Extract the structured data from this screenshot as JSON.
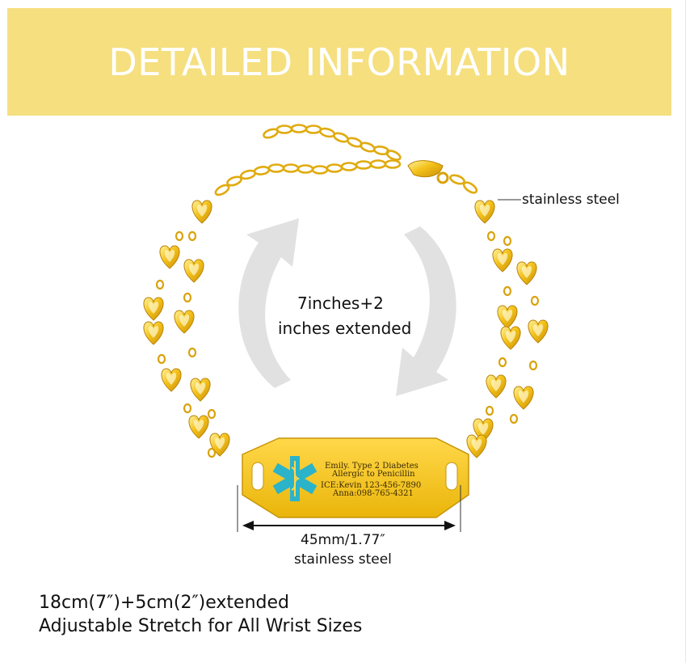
{
  "banner": {
    "title": "DETAILED INFORMATION",
    "background": "#f5df7f"
  },
  "labels": {
    "chain_material": "stainless steel",
    "length_line1": "7inches+2",
    "length_line2": "inches extended",
    "tag_width": "45mm/1.77″",
    "tag_material": "stainless steel"
  },
  "tag": {
    "line1": "Emily. Type 2 Diabetes",
    "line2": "Allergic to Penicillin",
    "line3": "ICE:Kevin 123-456-7890",
    "line4": "Anna:098-765-4321",
    "symbol": "star-of-life-icon",
    "symbol_color": "#2bb3c9",
    "tag_color": "#f3c313"
  },
  "description": {
    "line1": "18cm(7″)+5cm(2″)extended",
    "line2": "Adjustable Stretch for All Wrist Sizes"
  }
}
